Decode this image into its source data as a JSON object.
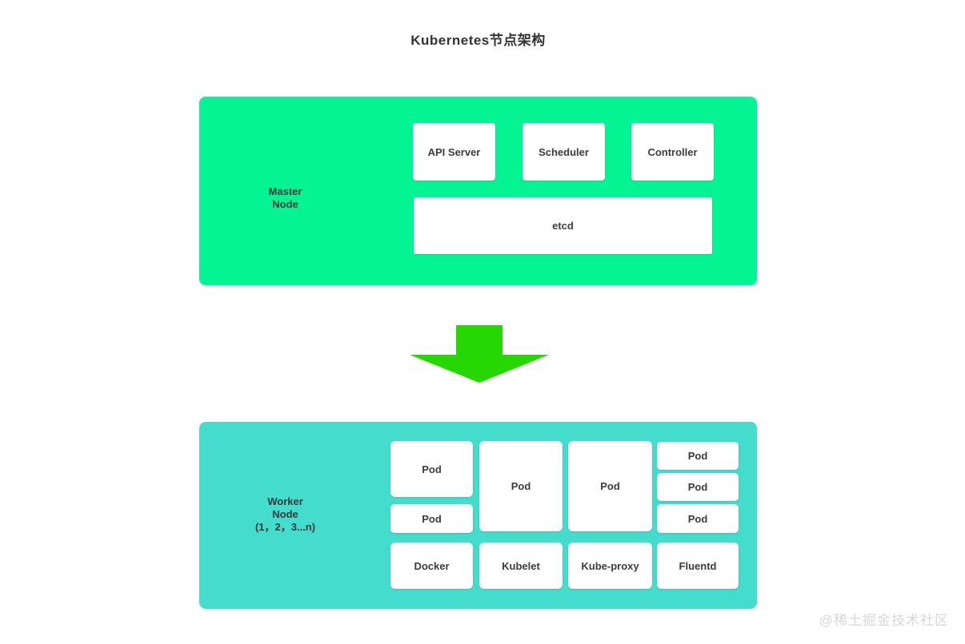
{
  "title": "Kubernetes节点架构",
  "watermark": "@稀土掘金技术社区",
  "colors": {
    "master_bg": "#04f493",
    "worker_bg": "#43dccd",
    "arrow": "#27d701",
    "box_bg": "#ffffff",
    "text": "#3c3c3c",
    "watermark_text": "#d8d8d8"
  },
  "master": {
    "label_lines": [
      "Master",
      "Node"
    ],
    "components": [
      "API Server",
      "Scheduler",
      "Controller"
    ],
    "etcd_label": "etcd"
  },
  "worker": {
    "label_lines": [
      "Worker",
      "Node",
      "(1，2，3...n)"
    ],
    "pods": [
      "Pod",
      "Pod",
      "Pod",
      "Pod",
      "Pod",
      "Pod",
      "Pod"
    ],
    "daemons": [
      "Docker",
      "Kubelet",
      "Kube-proxy",
      "Fluentd"
    ]
  }
}
